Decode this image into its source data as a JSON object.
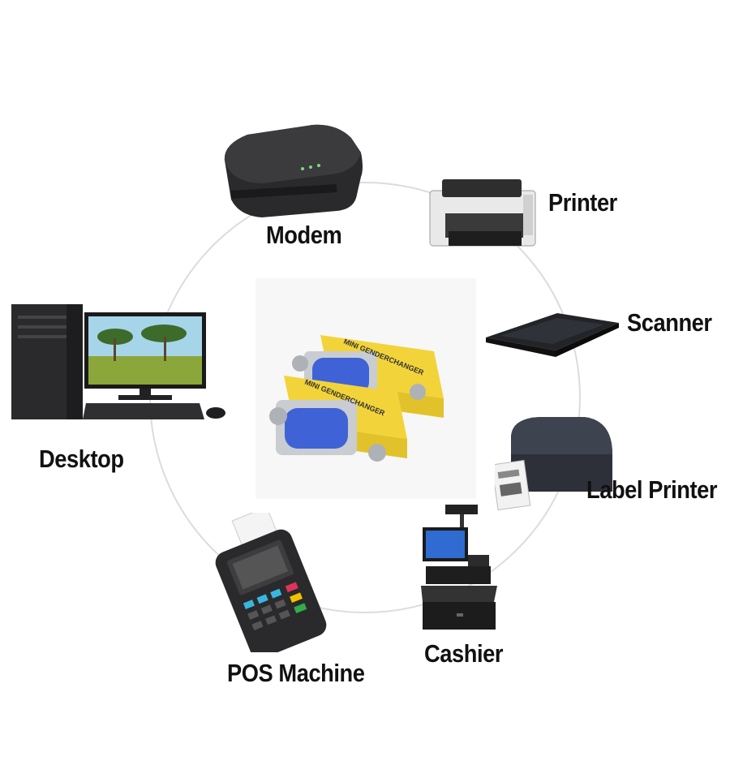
{
  "labels": {
    "modem": "Modem",
    "printer": "Printer",
    "scanner": "Scanner",
    "desktop": "Desktop",
    "label_printer": "Label Printer",
    "cashier": "Cashier",
    "pos_machine": "POS Machine"
  },
  "center": {
    "adapter_text": "MINI GENDERCHANGER"
  },
  "icons": {
    "modem": "router-icon",
    "printer": "printer-icon",
    "scanner": "scanner-icon",
    "desktop": "desktop-computer-icon",
    "label_printer": "label-printer-icon",
    "cashier": "cash-register-icon",
    "pos_machine": "pos-terminal-icon",
    "center": "vga-gender-changer-icon"
  },
  "colors": {
    "connector_yellow": "#f2d43a",
    "connector_blue": "#3f63d6",
    "metal": "#c9ccd1",
    "circle_line": "#d9d9d9"
  }
}
